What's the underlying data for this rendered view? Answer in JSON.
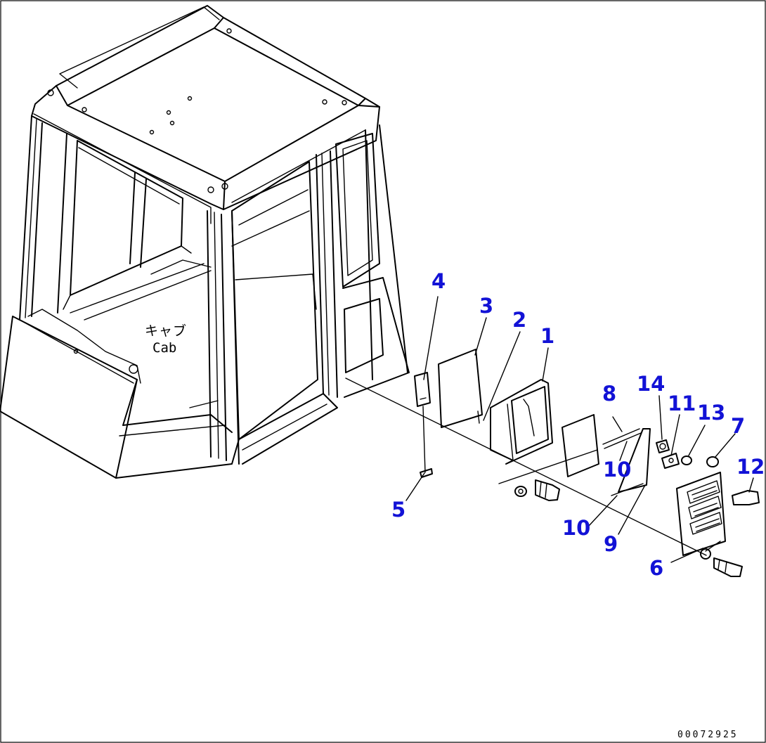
{
  "diagram": {
    "cab_label_jp": "キャブ",
    "cab_label_en": "Cab",
    "document_number": "00072925",
    "ink_color": "#000000",
    "callout_color": "#1212d6",
    "callouts": {
      "c1": "1",
      "c2": "2",
      "c3": "3",
      "c4": "4",
      "c5": "5",
      "c6": "6",
      "c7": "7",
      "c8": "8",
      "c9": "9",
      "c10a": "10",
      "c10b": "10",
      "c11": "11",
      "c12": "12",
      "c13": "13",
      "c14": "14"
    }
  }
}
